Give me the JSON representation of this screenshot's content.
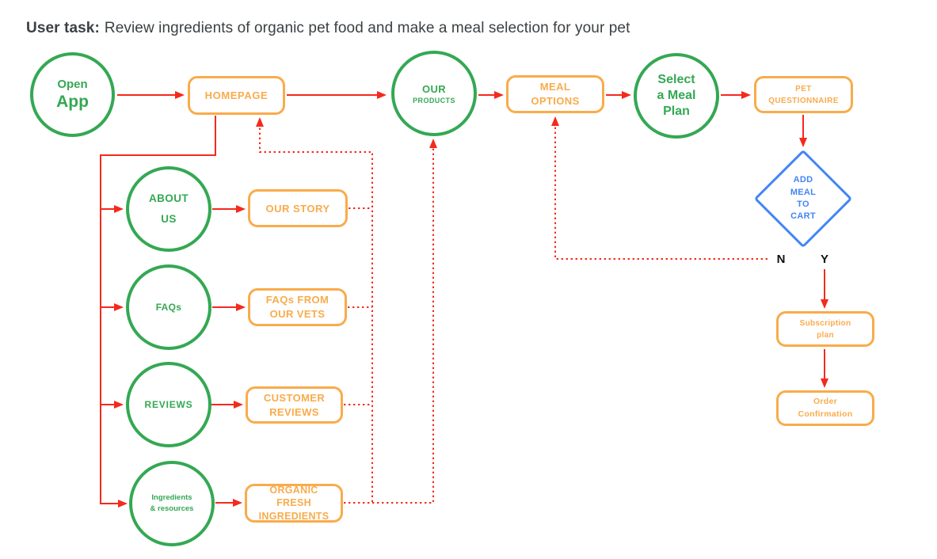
{
  "title": {
    "label": "User task:",
    "text": "Review ingredients of organic pet food and make a meal selection for your pet"
  },
  "colors": {
    "green": "#34A853",
    "orange": "#F9AB4B",
    "red": "#F42A1D",
    "blue": "#4285F4",
    "title_ink": "#3C4043",
    "ny_ink": "#111111"
  },
  "nodes": {
    "open_app": {
      "lines": [
        "Open",
        "App"
      ]
    },
    "homepage": {
      "label": "HOMEPAGE"
    },
    "our_products": {
      "lines": [
        "OUR",
        "PRODUCTS"
      ]
    },
    "meal_options": {
      "lines": [
        "MEAL",
        "OPTIONS"
      ]
    },
    "select_meal_plan": {
      "lines": [
        "Select",
        "a Meal",
        "Plan"
      ]
    },
    "pet_questionnaire": {
      "lines": [
        "PET",
        "QUESTIONNAIRE"
      ]
    },
    "add_meal_to_cart": {
      "lines": [
        "ADD",
        "MEAL",
        "TO",
        "CART"
      ]
    },
    "branch_no": {
      "label": "N"
    },
    "branch_yes": {
      "label": "Y"
    },
    "subscription_plan": {
      "lines": [
        "Subscription",
        "plan"
      ]
    },
    "order_confirmation": {
      "lines": [
        "Order",
        "Confirmation"
      ]
    },
    "about_us": {
      "lines": [
        "ABOUT",
        "US"
      ]
    },
    "our_story": {
      "label": "OUR STORY"
    },
    "faqs": {
      "label": "FAQs"
    },
    "faqs_from_our_vets": {
      "lines": [
        "FAQs FROM",
        "OUR VETS"
      ]
    },
    "reviews": {
      "label": "REVIEWS"
    },
    "customer_reviews": {
      "lines": [
        "CUSTOMER",
        "REVIEWS"
      ]
    },
    "ingredients_resources": {
      "lines": [
        "Ingredients",
        "& resources"
      ]
    },
    "organic_fresh_ingredients": {
      "lines": [
        "ORGANIC",
        "FRESH",
        "INGREDIENTS"
      ]
    }
  }
}
